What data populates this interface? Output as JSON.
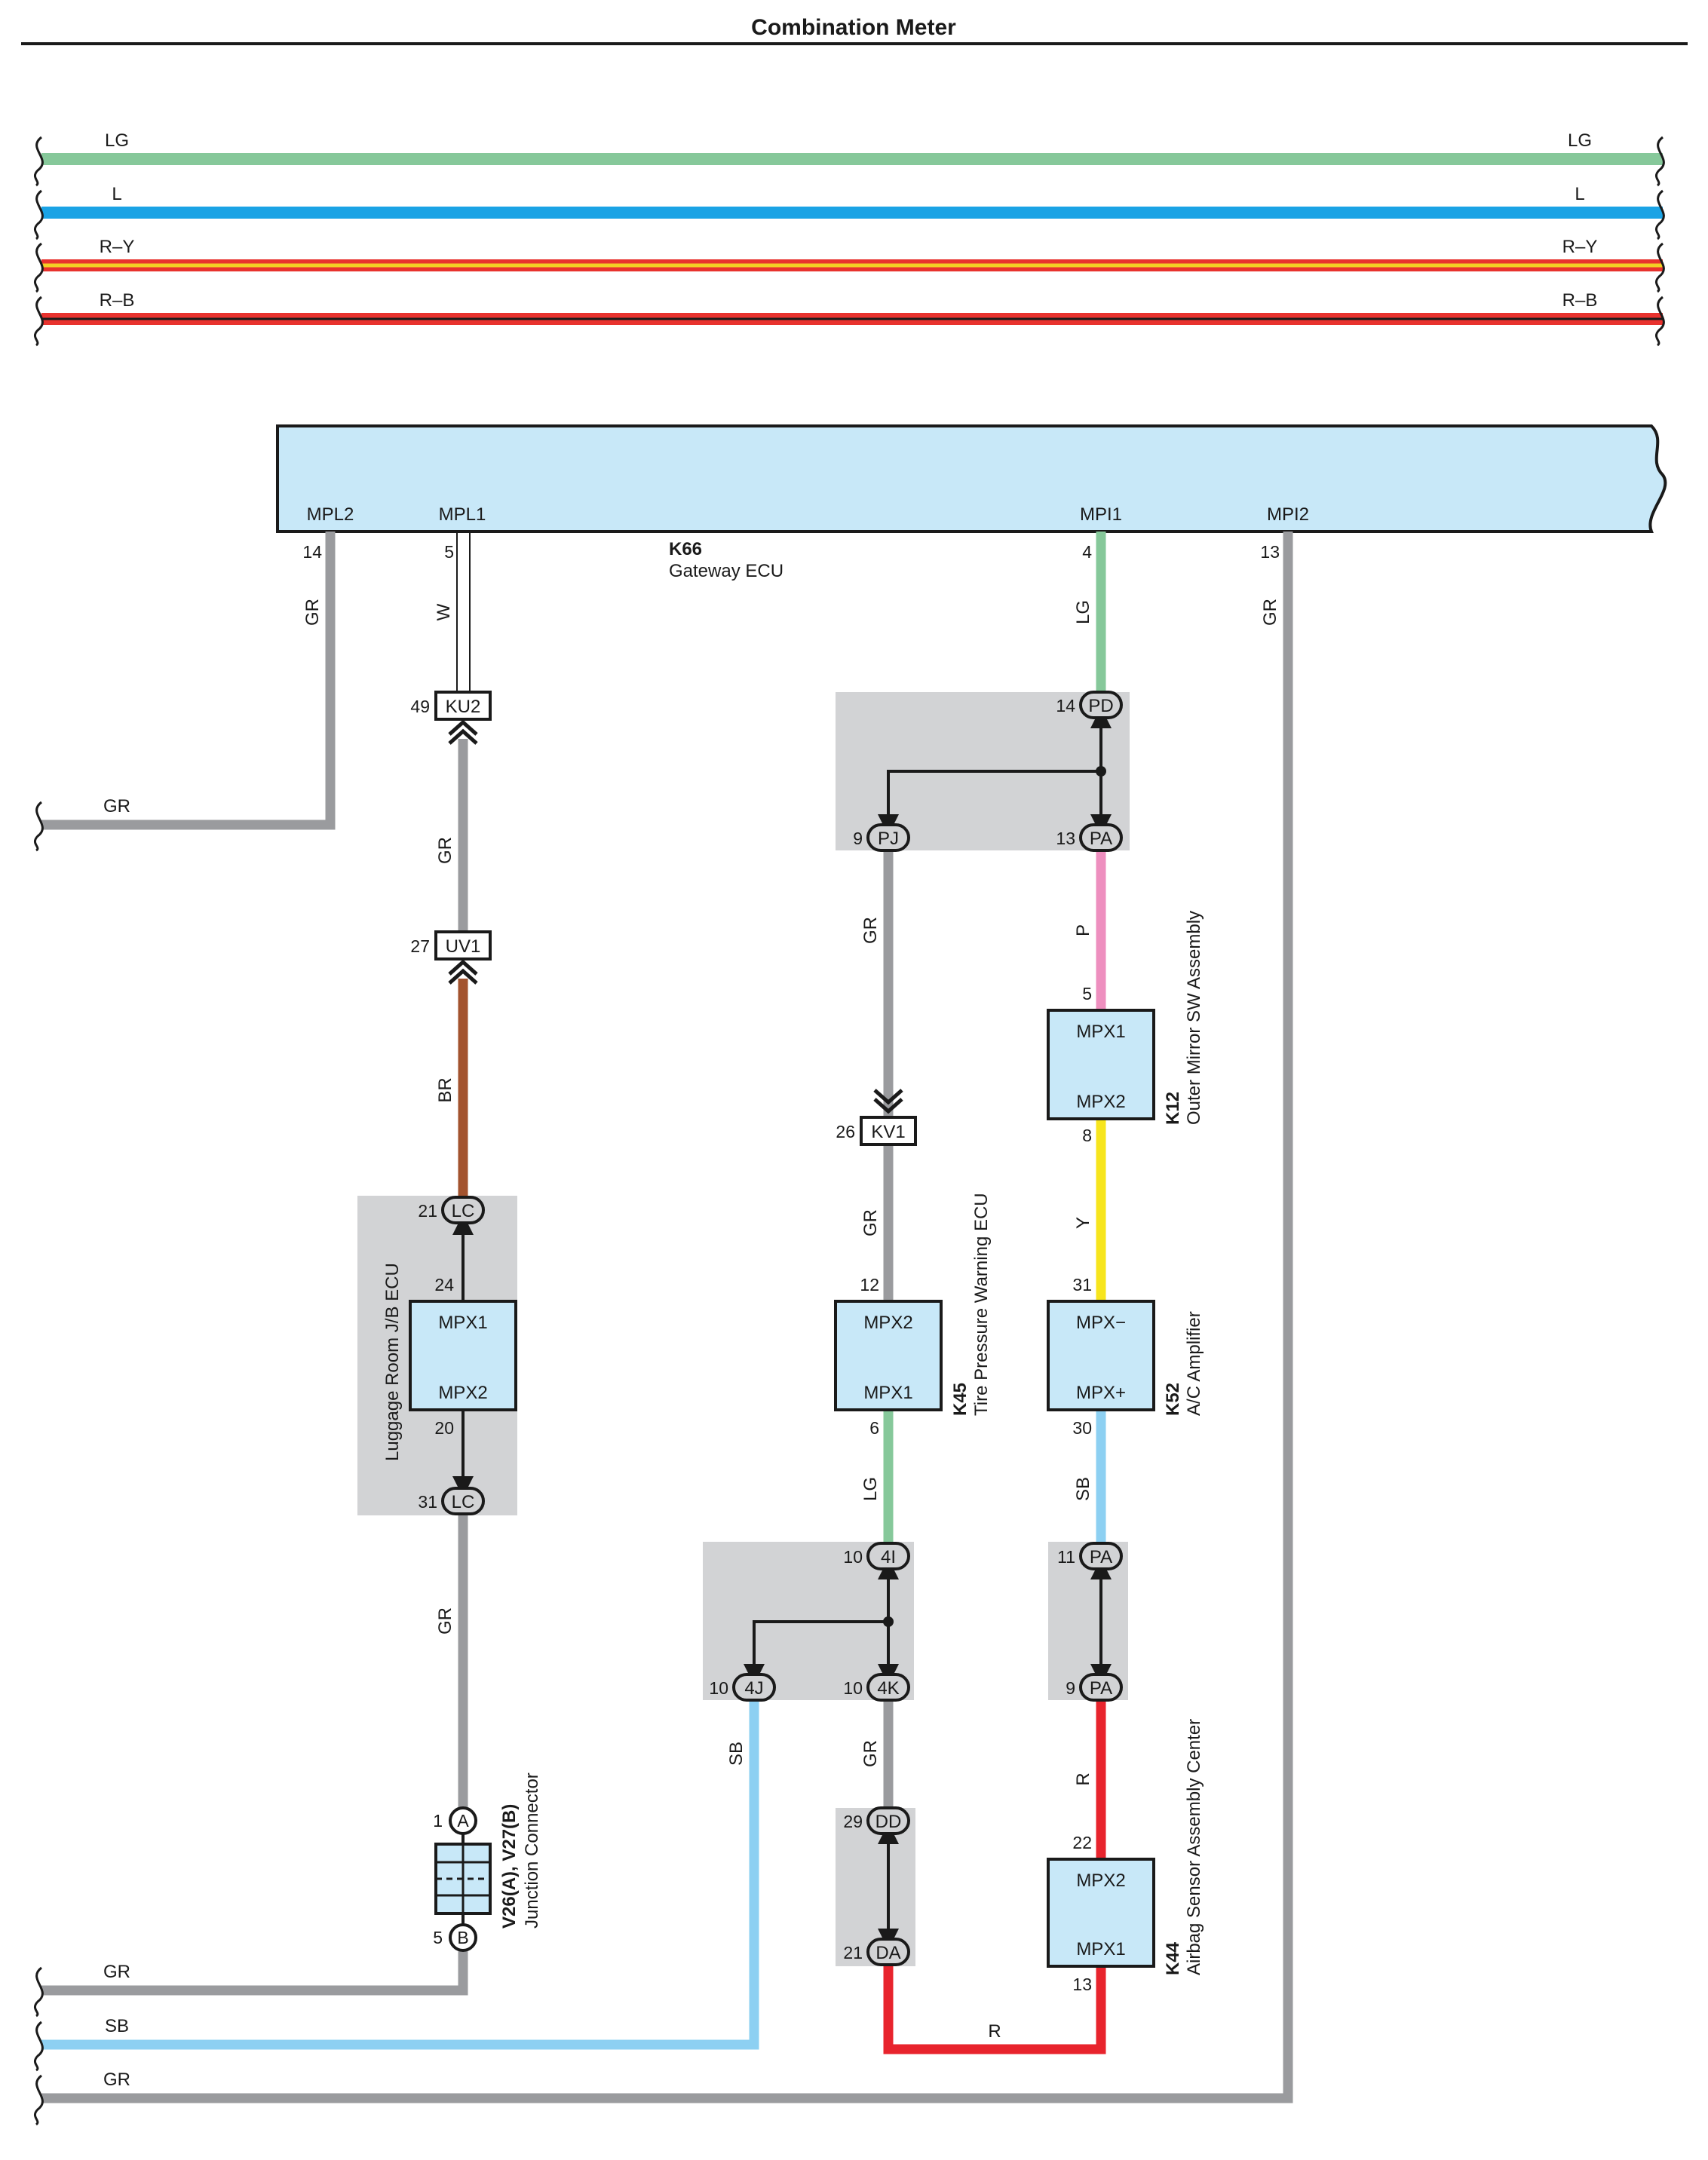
{
  "title": "Combination Meter",
  "top_wires": [
    {
      "left_label": "LG",
      "right_label": "LG",
      "color": "#86c89a",
      "tracer": ""
    },
    {
      "left_label": "L",
      "right_label": "L",
      "color": "#1aa3e5",
      "tracer": ""
    },
    {
      "left_label": "R–Y",
      "right_label": "R–Y",
      "color": "#e8322e",
      "tracer": "#f2d024"
    },
    {
      "left_label": "R–B",
      "right_label": "R–B",
      "color": "#e8322e",
      "tracer": "#1a1a1a"
    }
  ],
  "gateway": {
    "code": "K66",
    "name": "Gateway ECU",
    "terminals": [
      {
        "name": "MPL2",
        "pin": "14"
      },
      {
        "name": "MPL1",
        "pin": "5"
      },
      {
        "name": "MPI1",
        "pin": "4"
      },
      {
        "name": "MPI2",
        "pin": "13"
      }
    ]
  },
  "wire_labels": {
    "gr_mpl2": "GR",
    "w_mpl1": "W",
    "gr_left_mid": "GR",
    "gr_ku2_uv1": "GR",
    "br_uv1_lc": "BR",
    "gr_lc_v26": "GR",
    "lg_mpi1": "LG",
    "gr_mpi2": "GR",
    "gr_pj_kv1": "GR",
    "gr_kv1_k45": "GR",
    "lg_k45_4i": "LG",
    "sb_4j": "SB",
    "gr_4k_dd": "GR",
    "r_bottom": "R",
    "p_pa_k12": "P",
    "y_k12_k52": "Y",
    "sb_k52_pa": "SB",
    "r_pa_k44": "R",
    "gr_bottom1": "GR",
    "sb_bottom": "SB",
    "gr_bottom2": "GR"
  },
  "connectors": {
    "ku2": {
      "name": "KU2",
      "pin": "49"
    },
    "uv1": {
      "name": "UV1",
      "pin": "27"
    },
    "kv1": {
      "name": "KV1",
      "pin": "26"
    },
    "lc_top": {
      "name": "LC",
      "pin": "21"
    },
    "lc_bot": {
      "name": "LC",
      "pin": "31"
    },
    "pd": {
      "name": "PD",
      "pin": "14"
    },
    "pj": {
      "name": "PJ",
      "pin": "9"
    },
    "pa_top": {
      "name": "PA",
      "pin": "13"
    },
    "c4i": {
      "name": "4I",
      "pin": "10"
    },
    "c4j": {
      "name": "4J",
      "pin": "10"
    },
    "c4k": {
      "name": "4K",
      "pin": "10"
    },
    "dd": {
      "name": "DD",
      "pin": "29"
    },
    "da": {
      "name": "DA",
      "pin": "21"
    },
    "pa_mid": {
      "name": "PA",
      "pin": "11"
    },
    "pa_low": {
      "name": "PA",
      "pin": "9"
    },
    "v26_a": {
      "name": "A",
      "pin": "1"
    },
    "v26_b": {
      "name": "B",
      "pin": "5"
    }
  },
  "components": {
    "luggage": {
      "name": "Luggage Room J/B ECU",
      "term_top": "MPX1",
      "term_bot": "MPX2",
      "pin_top": "24",
      "pin_bot": "20"
    },
    "k45": {
      "code": "K45",
      "name": "Tire Pressure Warning ECU",
      "term_top": "MPX2",
      "term_bot": "MPX1",
      "pin_top": "12",
      "pin_bot": "6"
    },
    "k12": {
      "code": "K12",
      "name": "Outer Mirror SW Assembly",
      "term_top": "MPX1",
      "term_bot": "MPX2",
      "pin_top": "5",
      "pin_bot": "8"
    },
    "k52": {
      "code": "K52",
      "name": "A/C Amplifier",
      "term_top": "MPX−",
      "term_bot": "MPX+",
      "pin_top": "31",
      "pin_bot": "30"
    },
    "k44": {
      "code": "K44",
      "name": "Airbag Sensor Assembly Center",
      "term_top": "MPX2",
      "term_bot": "MPX1",
      "pin_top": "22",
      "pin_bot": "13"
    },
    "v26": {
      "code": "V26(A), V27(B)",
      "name": "Junction Connector"
    }
  },
  "colors": {
    "gr": "#9a9b9e",
    "lg": "#86c89a",
    "l": "#1aa3e5",
    "sb": "#8dd0f2",
    "br": "#a3532e",
    "p": "#ee8fbf",
    "y": "#f7e51d",
    "r": "#e8242d",
    "ecu_fill": "#c8e8f8",
    "shade": "#d2d3d5"
  }
}
